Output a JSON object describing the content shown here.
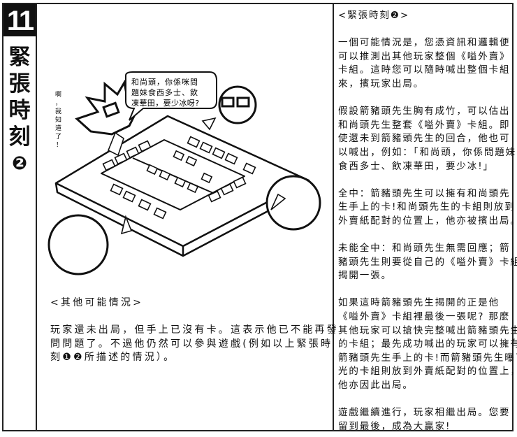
{
  "sidebar": {
    "number": "11",
    "title_chars": [
      "緊",
      "張",
      "時",
      "刻",
      "❷"
    ]
  },
  "illustration": {
    "speech_bubble_lines": [
      "和尚頭，你係咪問",
      "題妹食西多士、飲",
      "凍華田，要少冰呀?"
    ],
    "exclamation_chars": [
      "啊",
      "，",
      "我",
      "知",
      "道",
      "了",
      "！"
    ]
  },
  "left_section": {
    "heading": "<其他可能情況>",
    "paragraph_lines": [
      "玩家還未出局，但手上已沒有卡。這表示他已不能再發",
      "問問題了。不過他仍然可以參與遊戲(例如以上緊張時",
      "刻❶❷所描述的情況）。"
    ]
  },
  "right_section": {
    "heading": "<緊張時刻❷>",
    "paragraphs": [
      {
        "lines": [
          "一個可能情況是，您憑資訊和邏輯便",
          "可以推測出其他玩家整個《嗌外賣》",
          "卡組。這時您可以隨時喊出整個卡組",
          "來，擯玩家出局。"
        ]
      },
      {
        "lines": [
          "假設箭豬頭先生胸有成竹，可以估出",
          "和尚頭先生整套《嗌外賣》卡組。即",
          "使還未到箭豬頭先生的回合，他也可",
          "以喊出，例如：「和尚頭，你係問題妹",
          "食西多士、飲凍華田，要少冰!」"
        ]
      },
      {
        "lines": [
          "全中：箭豬頭先生可以擁有和尚頭先",
          "生手上的卡!和尚頭先生的卡組則放到",
          "外賣紙配對的位置上，他亦被擯出局。"
        ]
      },
      {
        "lines": [
          "未能全中：和尚頭先生無需回應；箭",
          "豬頭先生則要從自己的《嗌外賣》卡組",
          "揭開一張。"
        ]
      },
      {
        "lines": [
          "如果這時箭豬頭先生揭開的正是他",
          "《嗌外賣》卡組裡最後一張呢? 那麼",
          "其他玩家可以搶快完整喊出箭豬頭先生",
          "的卡組；最先成功喊出的玩家可以擁有",
          "箭豬頭先生手上的卡!而箭豬頭先生曝了",
          "光的卡組則放到外賣紙配對的位置上，",
          "他亦因此出局。"
        ]
      },
      {
        "lines": [
          "遊戲繼續進行，玩家相繼出局。您要",
          "留到最後，成為大贏家!"
        ]
      }
    ]
  }
}
